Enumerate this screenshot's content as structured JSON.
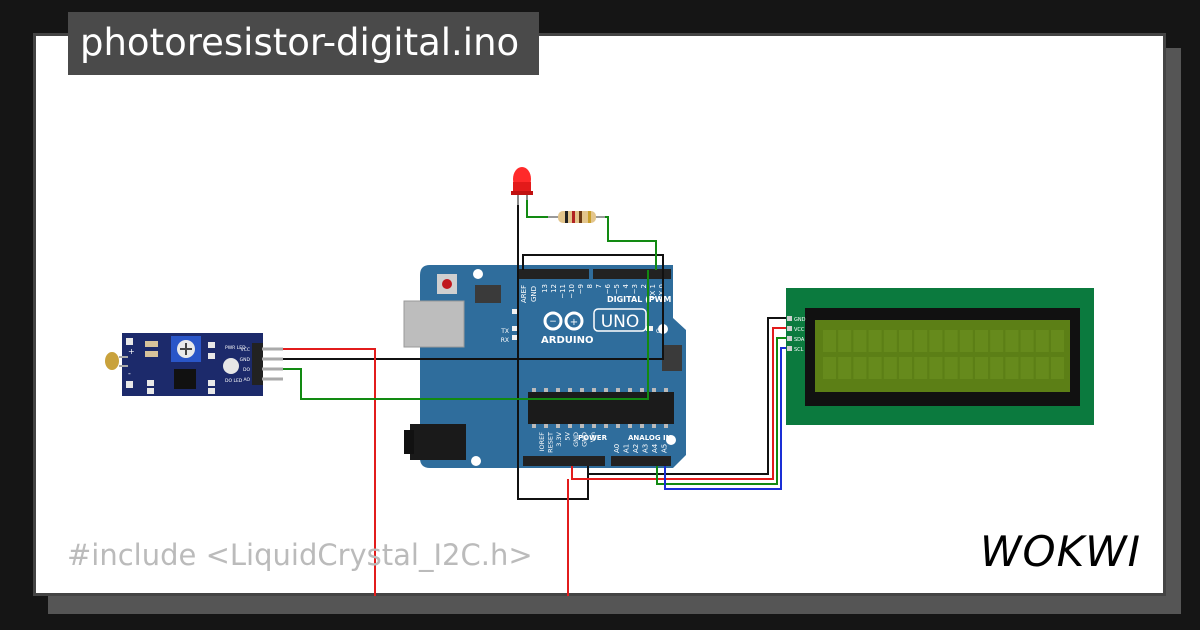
{
  "title": "photoresistor-digital.ino",
  "code_snippet": "#include <LiquidCrystal_I2C.h>",
  "brand": "WOKWI",
  "arduino": {
    "model": "UNO",
    "brand_label": "ARDUINO",
    "digital_label": "DIGITAL (PWM ~)",
    "power_label": "POWER",
    "analog_label": "ANALOG IN",
    "aref": "AREF",
    "gnd": "GND",
    "tx_led": "TX",
    "rx_led": "RX",
    "on_led": "ON",
    "digital_pins": [
      "13",
      "12",
      "~11",
      "~10",
      "~9",
      "8",
      "7",
      "~6",
      "~5",
      "4",
      "~3",
      "2",
      "TX 1",
      "RX 0"
    ],
    "power_pins": [
      "IOREF",
      "RESET",
      "3.3V",
      "5V",
      "GND",
      "GND",
      "Vin"
    ],
    "analog_pins": [
      "A0",
      "A1",
      "A2",
      "A3",
      "A4",
      "A5"
    ]
  },
  "sensor_module": {
    "pins": [
      "VCC",
      "GND",
      "DO",
      "AO"
    ],
    "led_labels": [
      "PWR LED",
      "DO LED"
    ],
    "symbols": [
      "+",
      "-"
    ]
  },
  "lcd": {
    "pins": [
      "GND",
      "VCC",
      "SDA",
      "SCL"
    ]
  },
  "colors": {
    "board": "#2f6d9c",
    "lcd_board": "#0b7a3e",
    "lcd_screen": "#5c7f16",
    "wire_red": "#e21c1c",
    "wire_green": "#128a12",
    "wire_black": "#111111",
    "wire_blue": "#1a2fd6"
  }
}
